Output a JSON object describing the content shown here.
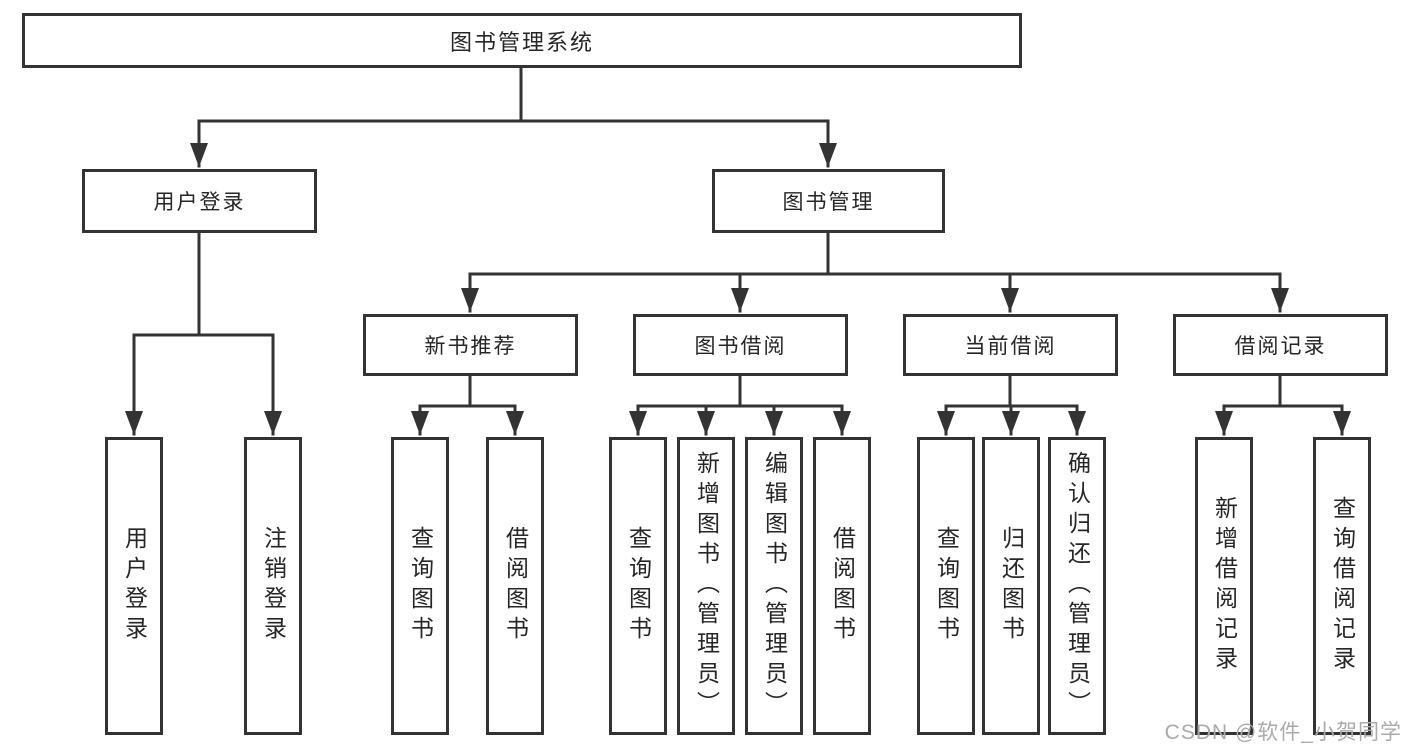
{
  "colors": {
    "line": "#333333",
    "text": "#262626",
    "watermark": "#aaaaaa",
    "background": "#ffffff"
  },
  "root": {
    "label": "图书管理系统"
  },
  "level2": [
    {
      "label": "用户登录"
    },
    {
      "label": "图书管理"
    }
  ],
  "level3": [
    {
      "label": "新书推荐"
    },
    {
      "label": "图书借阅"
    },
    {
      "label": "当前借阅"
    },
    {
      "label": "借阅记录"
    }
  ],
  "leaves": {
    "user_login": [
      {
        "label": "用户登录"
      },
      {
        "label": "注销登录"
      }
    ],
    "new_book": [
      {
        "label": "查询图书"
      },
      {
        "label": "借阅图书"
      }
    ],
    "book_borrow": [
      {
        "label": "查询图书"
      },
      {
        "label": "新增图书（管理员）"
      },
      {
        "label": "编辑图书（管理员）"
      },
      {
        "label": "借阅图书"
      }
    ],
    "current_borrow": [
      {
        "label": "查询图书"
      },
      {
        "label": "归还图书"
      },
      {
        "label": "确认归还（管理员）"
      }
    ],
    "borrow_record": [
      {
        "label": "新增借阅记录"
      },
      {
        "label": "查询借阅记录"
      }
    ]
  },
  "watermark": "CSDN @软件_小贺同学"
}
